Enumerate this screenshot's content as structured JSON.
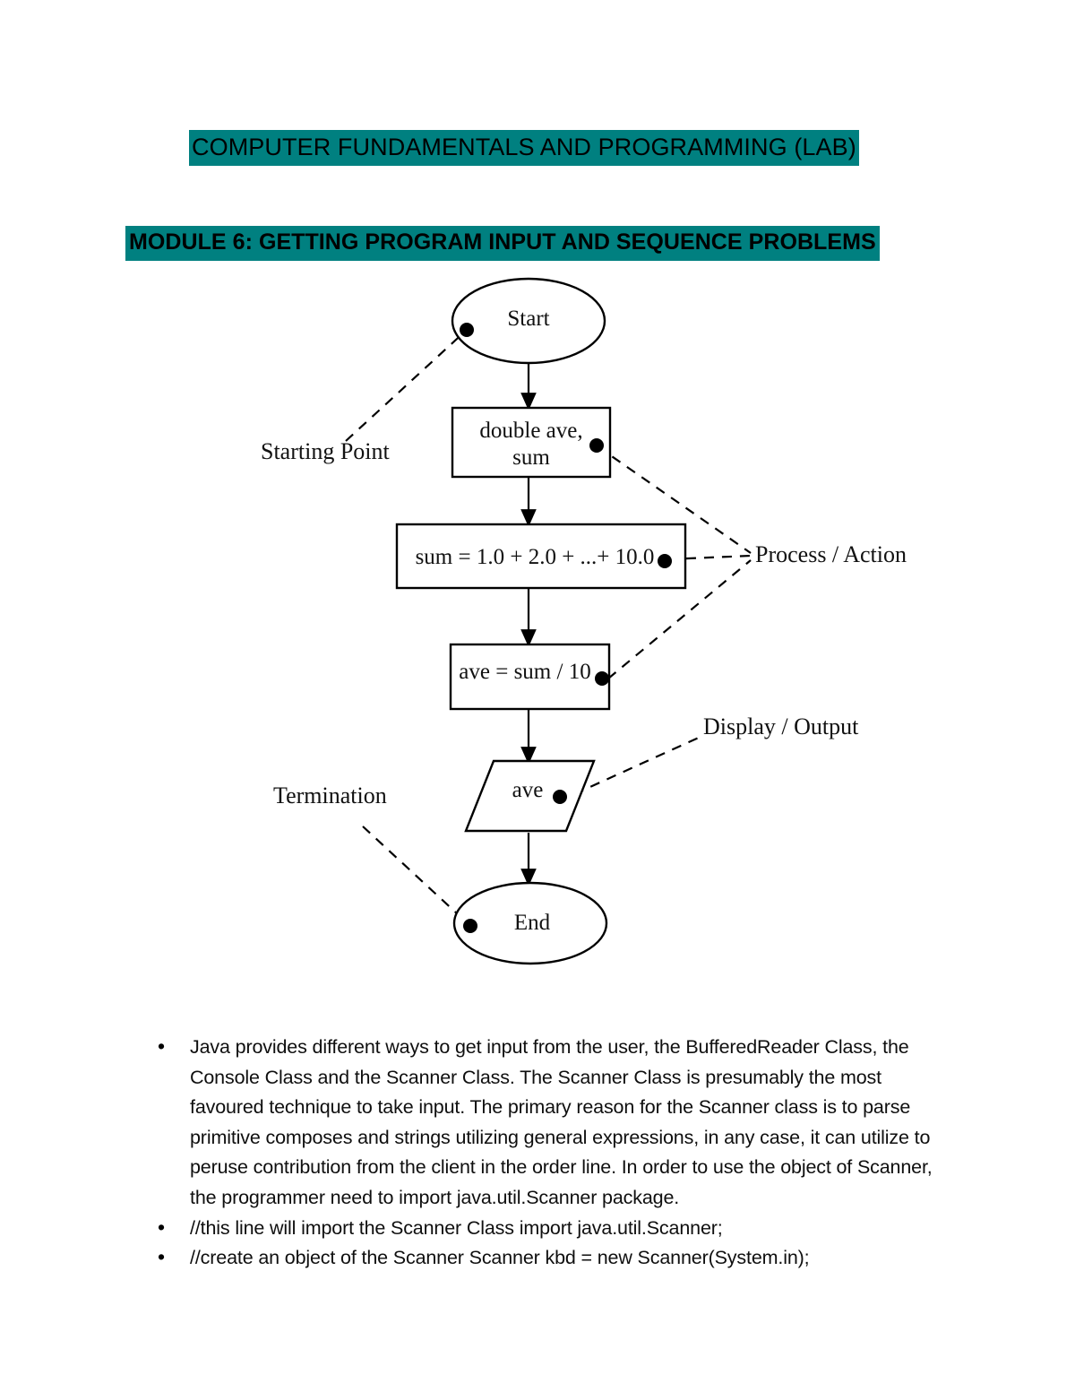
{
  "document": {
    "title": "COMPUTER FUNDAMENTALS AND PROGRAMMING (LAB)",
    "module_title": "MODULE 6: GETTING PROGRAM INPUT AND SEQUENCE PROBLEMS",
    "highlight_color": "#008080",
    "text_color": "#000000",
    "page_background": "#ffffff"
  },
  "flowchart": {
    "nodes": {
      "start": "Start",
      "declare_line1": "double ave,",
      "declare_line2": "sum",
      "sum_formula": "sum = 1.0 + 2.0 + ...+ 10.0",
      "average_formula": "ave = sum / 10",
      "output": "ave",
      "end": "End"
    },
    "annotations": {
      "starting_point": "Starting Point",
      "process_action": "Process / Action",
      "display_output": "Display / Output",
      "termination": "Termination"
    }
  },
  "content": {
    "bullets": [
      "Java provides different ways to get input from the user, the BufferedReader Class, the Console Class and the Scanner Class. The Scanner Class is presumably the most favoured technique to take input. The primary reason for the Scanner class is to parse primitive composes and strings utilizing general expressions, in any case, it can utilize to peruse contribution from the client in the order line. In order to use the object of Scanner, the programmer need to import java.util.Scanner package.",
      "//this line will import the Scanner Class import java.util.Scanner;",
      "//create an object of the Scanner Scanner kbd = new Scanner(System.in);"
    ]
  }
}
